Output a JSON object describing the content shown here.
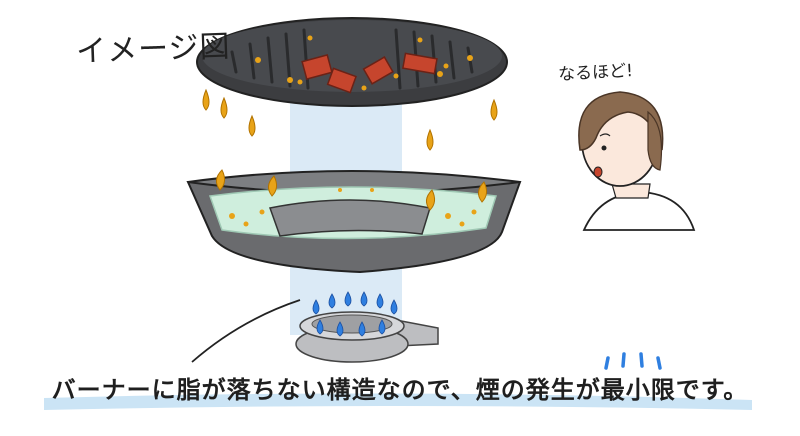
{
  "title": "イメージ図",
  "speech": "なるほど!",
  "caption": "バーナーに脂が落ちない構造なので、煙の発生が最小限です。",
  "colors": {
    "grill": "#3c3d40",
    "pan": "#5f6063",
    "water": "#cfeedd",
    "beam": "#cfe3f3",
    "flame": "#2f7fe0",
    "fat": "#e8a318",
    "meat": "#c6452d",
    "hair": "#8a6a4f",
    "underline": "#cbe4f5"
  },
  "icons": [
    "grill-plate-icon",
    "drip-pan-icon",
    "gas-burner-icon",
    "flame-icon",
    "person-icon",
    "sparkle-icon"
  ]
}
